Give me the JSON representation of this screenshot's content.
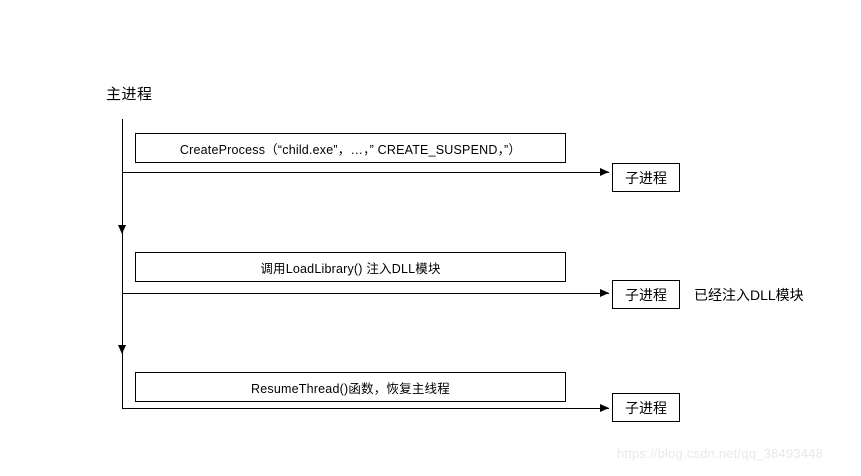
{
  "diagram": {
    "type": "sequence-diagram",
    "background_color": "#ffffff",
    "line_color": "#000000",
    "lane_title": "主进程",
    "side_note": "已经注入DLL模块",
    "steps": [
      {
        "action_label": "CreateProcess（“child.exe”，…，” CREATE_SUSPEND，”）",
        "target_label": "子进程"
      },
      {
        "action_label": "调用LoadLibrary() 注入DLL模块",
        "target_label": "子进程"
      },
      {
        "action_label": "ResumeThread()函数，恢复主线程",
        "target_label": "子进程"
      }
    ]
  },
  "watermark": {
    "text": "https://blog.csdn.net/qq_38493448",
    "color": "#e8e8e8"
  }
}
